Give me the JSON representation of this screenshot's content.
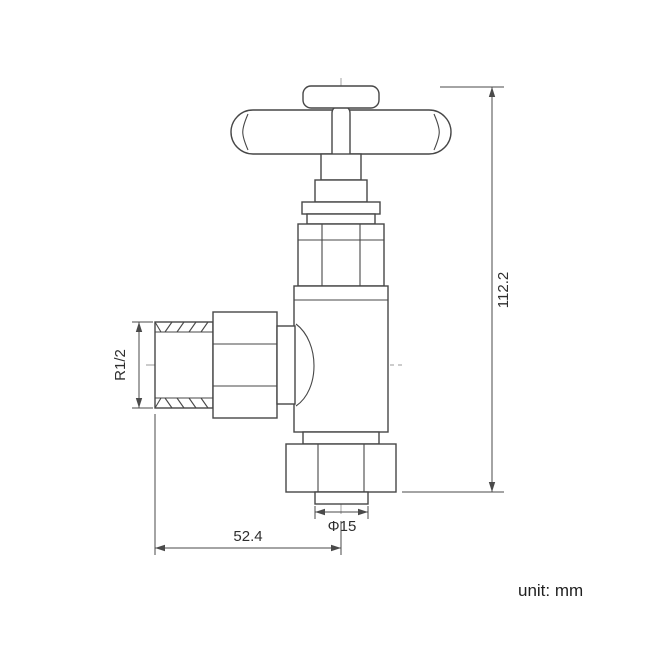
{
  "drawing": {
    "labels": {
      "height": "112.2",
      "inlet_thread": "R1/2",
      "outlet_diameter": "Φ15",
      "inlet_length": "52.4"
    },
    "unit_note": "unit: mm"
  }
}
